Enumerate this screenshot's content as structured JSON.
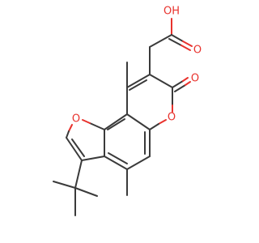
{
  "diagram": {
    "atoms": [
      {
        "id": "O_hydroxyl",
        "symbol": "O",
        "label": "OH"
      },
      {
        "id": "O_carbonyl_acid",
        "symbol": "O",
        "label": "O"
      },
      {
        "id": "O_lactone_carbonyl",
        "symbol": "O",
        "label": "O"
      },
      {
        "id": "O_lactone_ring",
        "symbol": "O",
        "label": "O"
      },
      {
        "id": "O_furan",
        "symbol": "O",
        "label": "O"
      }
    ],
    "colors": {
      "bond": "#3a3a3a",
      "oxygen": "#e8322d",
      "background": "#ffffff"
    }
  }
}
